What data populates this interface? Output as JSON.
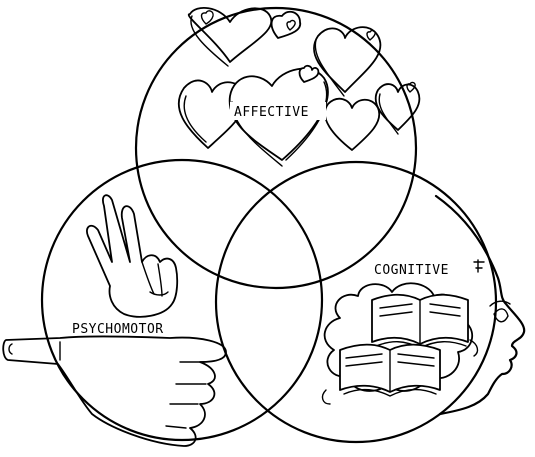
{
  "diagram": {
    "labels": {
      "affective": "AFFECTIVE",
      "cognitive": "COGNITIVE",
      "psychomotor": "PSYCHOMOTOR"
    },
    "icons": {
      "affective": "hearts-icon",
      "cognitive": "head-with-books-icon",
      "psychomotor": "hands-icon"
    },
    "colors": {
      "ink": "#000000",
      "paper": "#ffffff"
    }
  }
}
